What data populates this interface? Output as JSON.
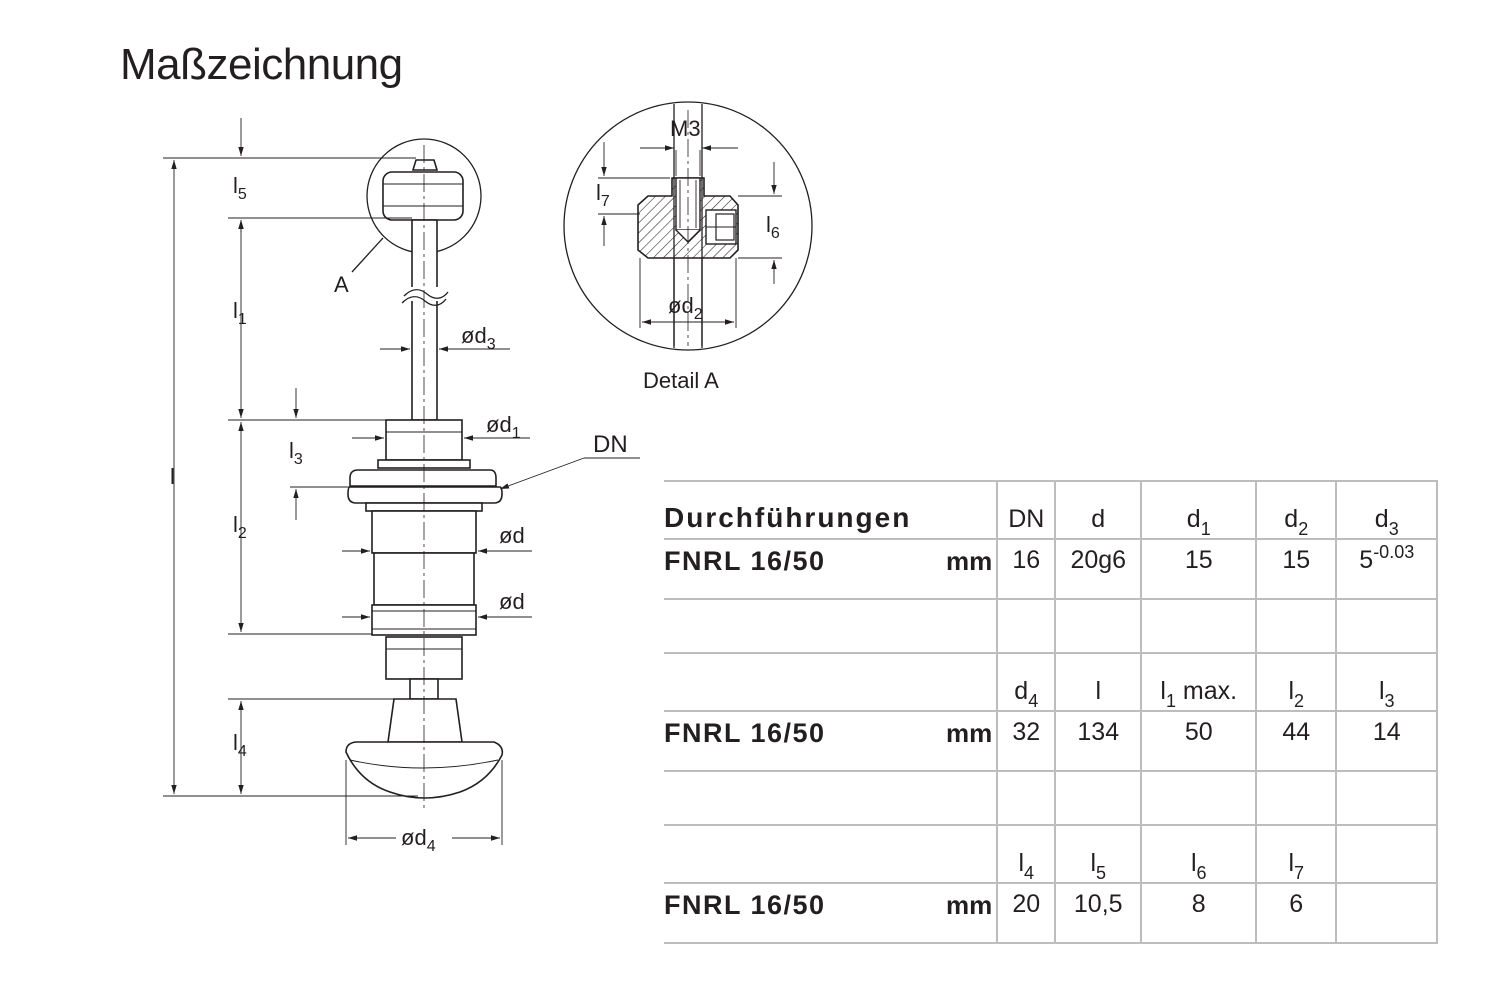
{
  "title": "Maßzeichnung",
  "drawing": {
    "labels": {
      "l5": "l5",
      "l1": "l1",
      "l3": "l3",
      "l2": "l2",
      "l4": "l4",
      "l": "l",
      "A": "A",
      "od3": "ød3",
      "od1": "ød1",
      "DN": "DN",
      "od_upper": "ød",
      "od_lower": "ød",
      "od4": "ød4"
    },
    "detail": {
      "caption": "Detail A",
      "M3": "M3",
      "l7": "l7",
      "l6": "l6",
      "od2": "ød2"
    }
  },
  "table": {
    "heading": "Durchführungen",
    "product": "FNRL 16/50",
    "unit": "mm",
    "groups": [
      {
        "headers": [
          {
            "main": "DN",
            "sub": ""
          },
          {
            "main": "d",
            "sub": ""
          },
          {
            "main": "d",
            "sub": "1"
          },
          {
            "main": "d",
            "sub": "2"
          },
          {
            "main": "d",
            "sub": "3"
          }
        ],
        "values": [
          {
            "main": "16",
            "sup": ""
          },
          {
            "main": "20g6",
            "sup": ""
          },
          {
            "main": "15",
            "sup": ""
          },
          {
            "main": "15",
            "sup": ""
          },
          {
            "main": "5",
            "sup": "-0.03"
          }
        ]
      },
      {
        "headers": [
          {
            "main": "d",
            "sub": "4",
            "tail": ""
          },
          {
            "main": "l",
            "sub": "",
            "tail": ""
          },
          {
            "main": "l",
            "sub": "1",
            "tail": " max."
          },
          {
            "main": "l",
            "sub": "2",
            "tail": ""
          },
          {
            "main": "l",
            "sub": "3",
            "tail": ""
          }
        ],
        "values": [
          "32",
          "134",
          "50",
          "44",
          "14"
        ]
      },
      {
        "headers": [
          {
            "main": "l",
            "sub": "4"
          },
          {
            "main": "l",
            "sub": "5"
          },
          {
            "main": "l",
            "sub": "6"
          },
          {
            "main": "l",
            "sub": "7"
          },
          {
            "main": "",
            "sub": ""
          }
        ],
        "values": [
          "20",
          "10,5",
          "8",
          "6",
          ""
        ]
      }
    ]
  },
  "colors": {
    "ink": "#231f20",
    "table_rule": "#bdbdbd"
  }
}
